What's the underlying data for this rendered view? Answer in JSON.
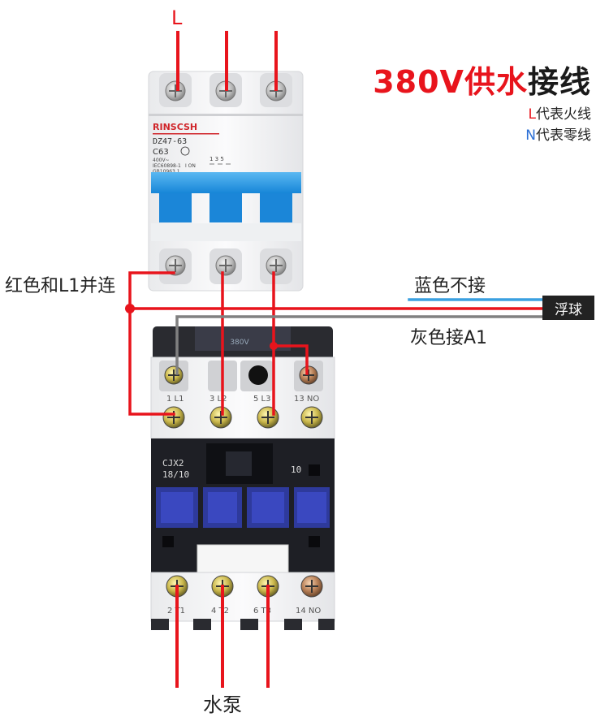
{
  "title": {
    "part1": "380V",
    "part2": "供水",
    "part3": "接线"
  },
  "legend": {
    "l_key": "L",
    "l_text": "代表火线",
    "n_key": "N",
    "n_text": "代表零线"
  },
  "labels": {
    "L": "L",
    "red_parallel": "红色和L1并连",
    "blue_unconnected": "蓝色不接",
    "grey_to_a1": "灰色接A1",
    "float_switch": "浮球",
    "pump": "水泵"
  },
  "breaker": {
    "brand": "RINSCSH",
    "model": "DZ47-63",
    "rating": "C63",
    "voltage": "400V~",
    "standard1": "IEC60898-1",
    "standard2": "GB10963.1",
    "on_text": "I ON",
    "pole_marks": "1 3 5"
  },
  "contactor": {
    "model_line1": "CJX2",
    "model_line2": "18/10",
    "aux_code": "10",
    "coil_voltage": "380V",
    "top_terminals": [
      "1 L1",
      "3 L2",
      "5 L3",
      "13 NO"
    ],
    "bottom_terminals": [
      "2 T1",
      "4 T2",
      "6 T3",
      "14 NO"
    ]
  },
  "colors": {
    "wire_red": "#e8141c",
    "wire_blue": "#3aa0e0",
    "wire_grey": "#808080",
    "accent_red": "#e8141c",
    "accent_blue": "#2b6fd6",
    "breaker_blue": "#1e8fe0",
    "contactor_dark": "#1c1c22",
    "contactor_button": "#3447b8"
  }
}
